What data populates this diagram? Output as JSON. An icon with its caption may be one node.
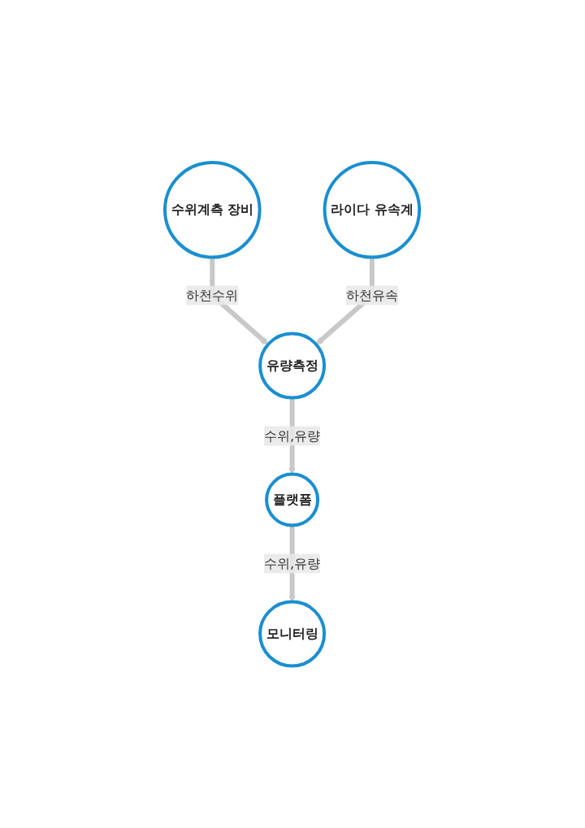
{
  "diagram": {
    "nodes": [
      {
        "text": [
          "수위계측 장비"
        ]
      },
      {
        "text": [
          "라이다 유속계"
        ]
      },
      {
        "text": [
          "유량측정"
        ]
      },
      {
        "text": [
          "플랫폼"
        ]
      },
      {
        "text": [
          "모니터링"
        ]
      }
    ],
    "edges": [
      {
        "from": 0,
        "to": 2,
        "arrow": "to",
        "label": "하천수위"
      },
      {
        "from": 1,
        "to": 2,
        "arrow": "to",
        "label": "하천유속"
      },
      {
        "from": 2,
        "to": 3,
        "arrow": "to",
        "label": "수위,유량"
      },
      {
        "from": 3,
        "to": 4,
        "arrow": "to",
        "label": "수위,유량"
      }
    ]
  }
}
